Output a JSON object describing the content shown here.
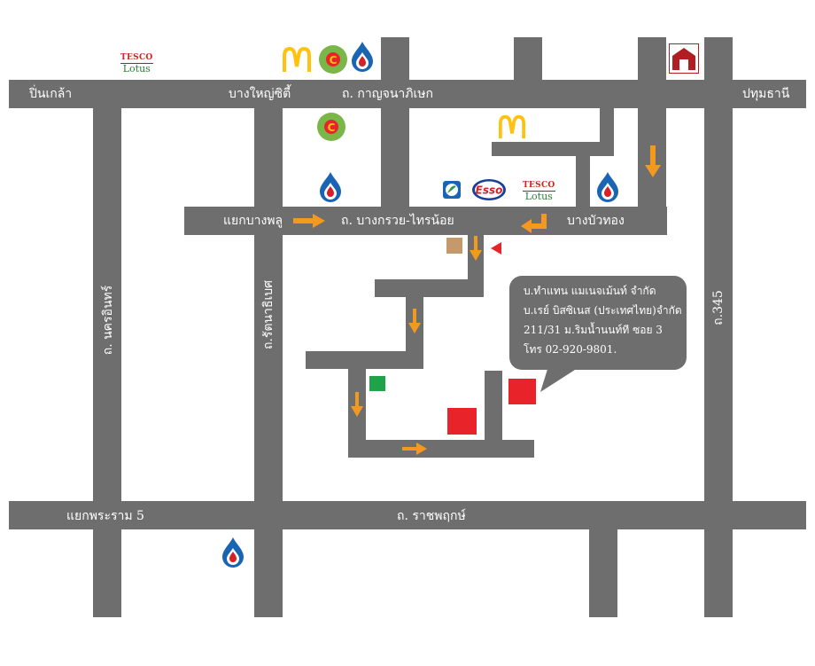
{
  "roads": {
    "top_main_left": "ปิ่นเกล้า",
    "top_main_mid": "บางใหญ่ซิตี้",
    "top_main_street": "ถ. กาญจนาภิเษก",
    "top_main_right": "ปทุมธานี",
    "mid_left": "แยกบางพลู",
    "mid_street": "ถ. บางกรวย-ไทรน้อย",
    "mid_right": "บางบัวทอง",
    "left_vertical": "ถ. นครอินทร์",
    "mid_vertical": "ถ.รัตนาธิเบศ",
    "right_vertical": "ถ.345",
    "bottom_left": "แยกพระราม 5",
    "bottom_street": "ถ. ราชพฤกษ์"
  },
  "callout": {
    "line1": "บ.ทำแทน แมเนจเม้นท์ จำกัด",
    "line2": "บ.เรย์ บิสซิเนส (ประเทศไทย)จำกัด",
    "line3": "211/31 ม.ริมน้ำนนท์ที ซอย 3",
    "line4": "โทร 02-920-9801."
  },
  "brands": {
    "tesco_top": "TESCO",
    "tesco_bottom": "Lotus",
    "esso": "Esso",
    "big_c": "C"
  },
  "colors": {
    "road": "#6e6e6e",
    "arrow": "#f39a1e",
    "mcdonalds": "#ffc20e",
    "ptt_blue": "#1a64b4",
    "ptt_red": "#d81f26",
    "bigc_green": "#7ab648",
    "destination_red": "#e8232a",
    "marker_green": "#1fa34a",
    "marker_tan": "#c49a6c"
  },
  "icons": [
    "mcdonalds-icon",
    "big-c-icon",
    "ptt-icon",
    "tesco-lotus-icon",
    "esso-icon",
    "bangchak-icon",
    "house-icon",
    "arrow-icon",
    "pointer-icon"
  ]
}
